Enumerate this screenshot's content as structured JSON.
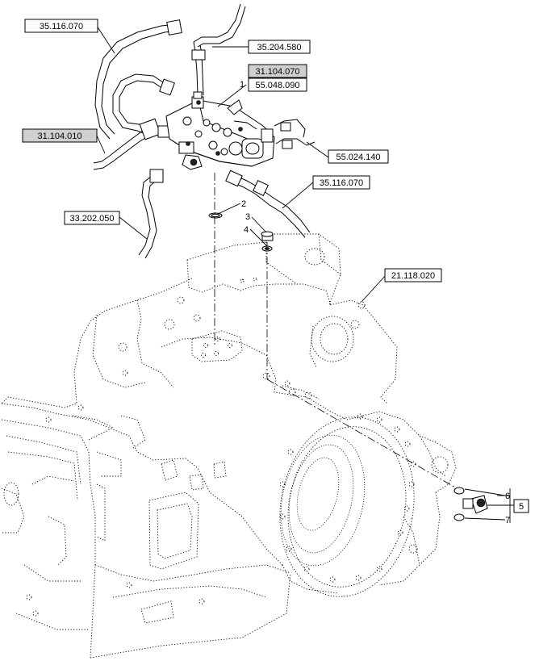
{
  "references": {
    "r1": "35.116.070",
    "r2": "35.204.580",
    "r3": "31.104.070",
    "r4": "55.048.090",
    "r5": "31.104.010",
    "r6": "55.024.140",
    "r7": "35.116.070",
    "r8": "33.202.050",
    "r9": "21.118.020"
  },
  "items": {
    "n1": "1",
    "n2": "2",
    "n3": "3",
    "n4": "4",
    "n5": "5",
    "n6": "6",
    "n7": "7"
  },
  "colors": {
    "line": "#000000",
    "shaded_box": "#cfcfcf",
    "background": "#ffffff"
  }
}
